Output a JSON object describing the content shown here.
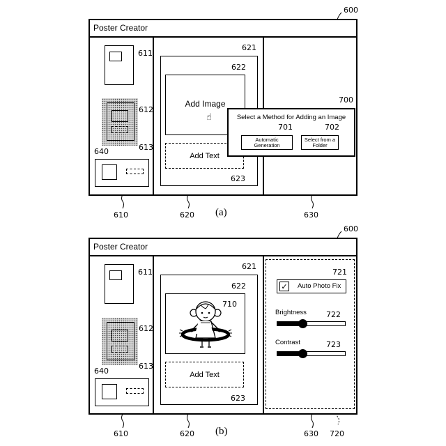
{
  "panel_a": {
    "window_ref": "600",
    "app_title": "Poster Creator",
    "template_refs": [
      "611",
      "612",
      "613"
    ],
    "selection_ref": "640",
    "canvas_ref": "621",
    "image_slot_ref": "622",
    "image_slot_label": "Add Image",
    "text_slot_ref": "623",
    "text_slot_label": "Add Text",
    "pane_refs": [
      "610",
      "620",
      "630"
    ],
    "caption": "(a)",
    "dialog": {
      "ref": "700",
      "title": "Select a Method for Adding an Image",
      "option1_ref": "701",
      "option1_label": "Automatic Generation",
      "option2_ref": "702",
      "option2_label": "Select from a Folder"
    }
  },
  "panel_b": {
    "window_ref": "600",
    "app_title": "Poster Creator",
    "template_refs": [
      "611",
      "612",
      "613"
    ],
    "selection_ref": "640",
    "canvas_ref": "621",
    "image_slot_ref": "622",
    "generated_image_ref": "710",
    "text_slot_ref": "623",
    "text_slot_label": "Add Text",
    "pane_refs": [
      "610",
      "620",
      "630"
    ],
    "edit_panel_ref": "720",
    "caption": "(b)",
    "edit_panel": {
      "auto_fix_ref": "721",
      "auto_fix_label": "Auto Photo Fix",
      "auto_fix_check": "✓",
      "brightness_ref": "722",
      "brightness_label": "Brightness",
      "brightness_value": 0.38,
      "contrast_ref": "723",
      "contrast_label": "Contrast",
      "contrast_value": 0.38
    }
  }
}
